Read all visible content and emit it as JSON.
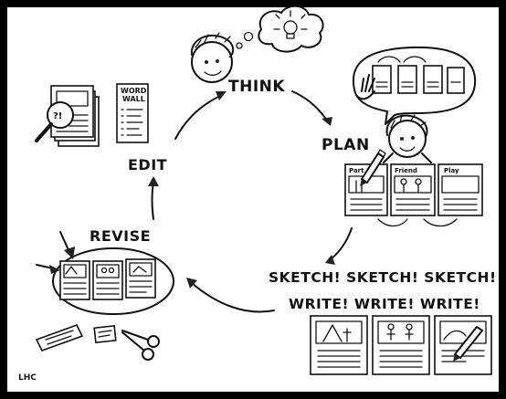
{
  "stages": {
    "think": "THINK",
    "plan": "PLAN",
    "sketch": "SKETCH! SKETCH! SKETCH!",
    "write": "WRITE! WRITE! WRITE!",
    "revise": "REVISE",
    "edit": "EDIT"
  },
  "word_wall": {
    "line1": "WORD",
    "line2": "WALL"
  },
  "plan_pages": {
    "page1": "Part",
    "page2": "Friend",
    "page3": "Play"
  },
  "initials": "LHC",
  "colors": {
    "ink": "#111111",
    "paper": "#ffffff",
    "frame": "#000000"
  }
}
